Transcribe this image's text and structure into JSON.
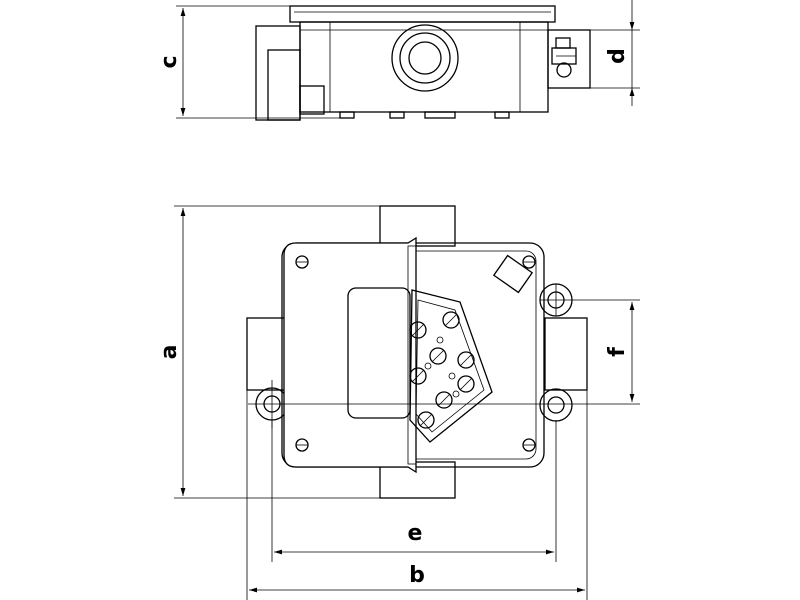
{
  "dimension_labels": {
    "a": "a",
    "b": "b",
    "c": "c",
    "d": "d",
    "e": "e",
    "f": "f"
  }
}
